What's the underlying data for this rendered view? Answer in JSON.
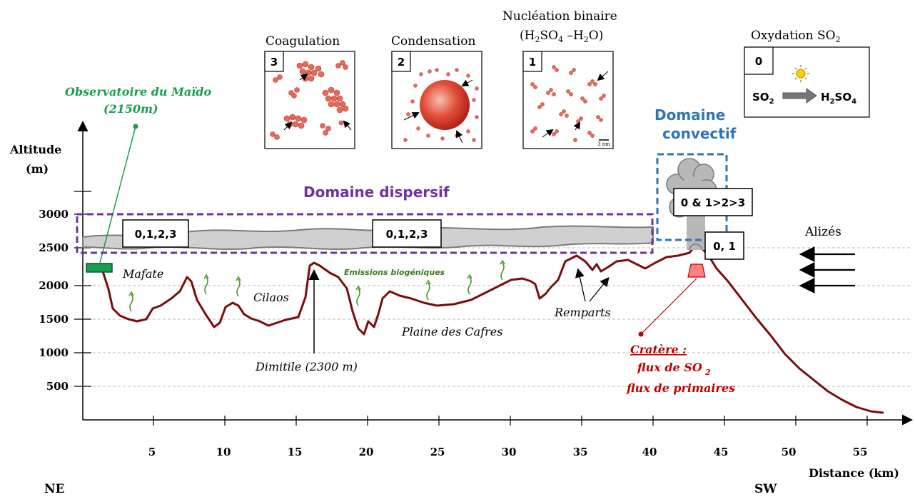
{
  "axes": {
    "y_title_1": "Altitude",
    "y_title_2": "(m)",
    "x_title": "Distance (km)",
    "y_ticks": [
      "500",
      "1000",
      "1500",
      "2000",
      "2500",
      "3000"
    ],
    "x_ticks": [
      "5",
      "10",
      "15",
      "20",
      "25",
      "30",
      "35",
      "40",
      "45",
      "50",
      "55"
    ],
    "ne": "NE",
    "sw": "SW"
  },
  "observatory": {
    "name": "Observatoire du Maïdo",
    "altitude": "(2150m)"
  },
  "domains": {
    "dispersif": "Domaine dispersif",
    "convectif_1": "Domaine",
    "convectif_2": "convectif"
  },
  "processes": {
    "coagulation": {
      "title": "Coagulation",
      "num": "3"
    },
    "condensation": {
      "title": "Condensation",
      "num": "2"
    },
    "nucleation": {
      "title_1": "Nucléation binaire",
      "title_2_a": "(H",
      "title_2_b": "SO",
      "title_2_c": " –H",
      "title_2_d": "O)",
      "sub2": "2",
      "sub4": "4",
      "num": "1",
      "scale": "3 nm"
    },
    "oxydation": {
      "title": "Oxydation SO",
      "sub": "2",
      "num": "0",
      "so2": "SO",
      "h2so4_a": "H",
      "h2so4_b": "SO",
      "two": "2",
      "four": "4"
    }
  },
  "labels": {
    "plume_a": "0,1,2,3",
    "plume_b": "0,1,2,3",
    "convective": "0 & 1>2>3",
    "crater_top": "0, 1",
    "mafate": "Mafate",
    "cilaos": "Cilaos",
    "emissions": "Emissions biogéniques",
    "dimitile": "Dimitile (2300 m)",
    "plaine": "Plaine des Cafres",
    "remparts": "Remparts",
    "alizes": "Alizés",
    "cratere_1": "Cratère :",
    "cratere_2": "flux de SO",
    "cratere_2_sub": "2",
    "cratere_3": "flux de primaires"
  },
  "colors": {
    "terrain": "#7a0c0c",
    "green": "#1a9d50",
    "purple": "#7030a0",
    "blue": "#2e75b6",
    "crater": "#c00000"
  }
}
